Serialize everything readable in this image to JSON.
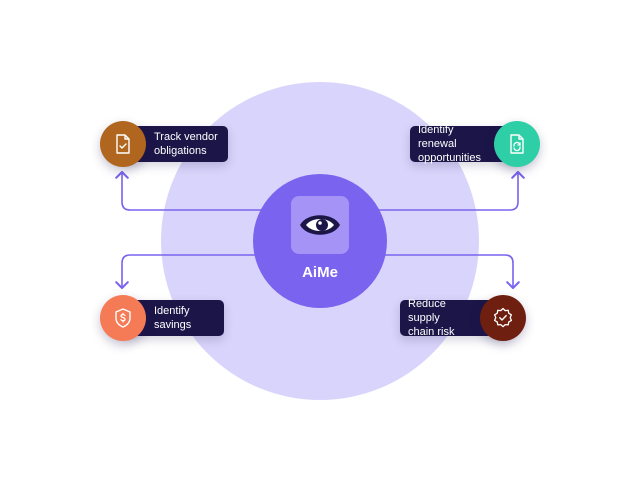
{
  "hub": {
    "label": "AiMe",
    "icon": "eye-icon"
  },
  "nodes": [
    {
      "id": "track-vendor-obligations",
      "line1": "Track vendor",
      "line2": "obligations",
      "icon": "document-check-icon",
      "color": "#b0661e"
    },
    {
      "id": "identify-renewal-opportunities",
      "line1": "Identify renewal",
      "line2": "opportunities",
      "icon": "document-refresh-icon",
      "color": "#2ecfa6"
    },
    {
      "id": "identify-savings",
      "line1": "Identify",
      "line2": "savings",
      "icon": "shield-dollar-icon",
      "color": "#f47b56"
    },
    {
      "id": "reduce-supply-chain-risk",
      "line1": "Reduce supply",
      "line2": "chain risk",
      "icon": "badge-check-icon",
      "color": "#6e1f10"
    }
  ],
  "colors": {
    "outer_circle": "#d9d4fb",
    "hub": "#7a63ef",
    "hub_tile": "#a594f6",
    "connector": "#7a63ef",
    "pill": "#1c1548"
  }
}
